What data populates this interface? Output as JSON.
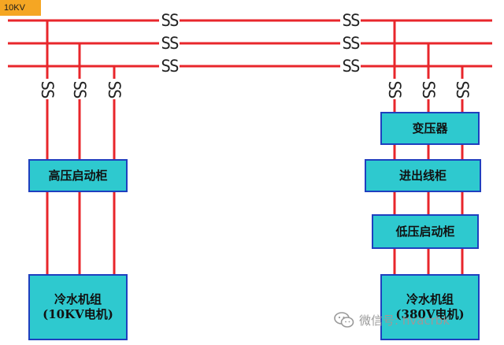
{
  "voltage_label": "10KV",
  "fuse_symbol": "SS",
  "boxes": {
    "hv_starter_left": "高压启动柜",
    "chiller_left_line1": "冷水机组",
    "chiller_left_line2": "(10KV电机)",
    "transformer": "变压器",
    "inout_cabinet": "进出线柜",
    "lv_starter": "低压启动柜",
    "chiller_right_line1": "冷水机组",
    "chiller_right_line2": "(380V电机)"
  },
  "watermark": {
    "icon": "wechat-icon",
    "text": "微信号: hvacrbk"
  },
  "colors": {
    "line": "#e8262b",
    "box_fill": "#2ec9cf",
    "box_border": "#1f3fbf",
    "tag": "#f5a623"
  }
}
